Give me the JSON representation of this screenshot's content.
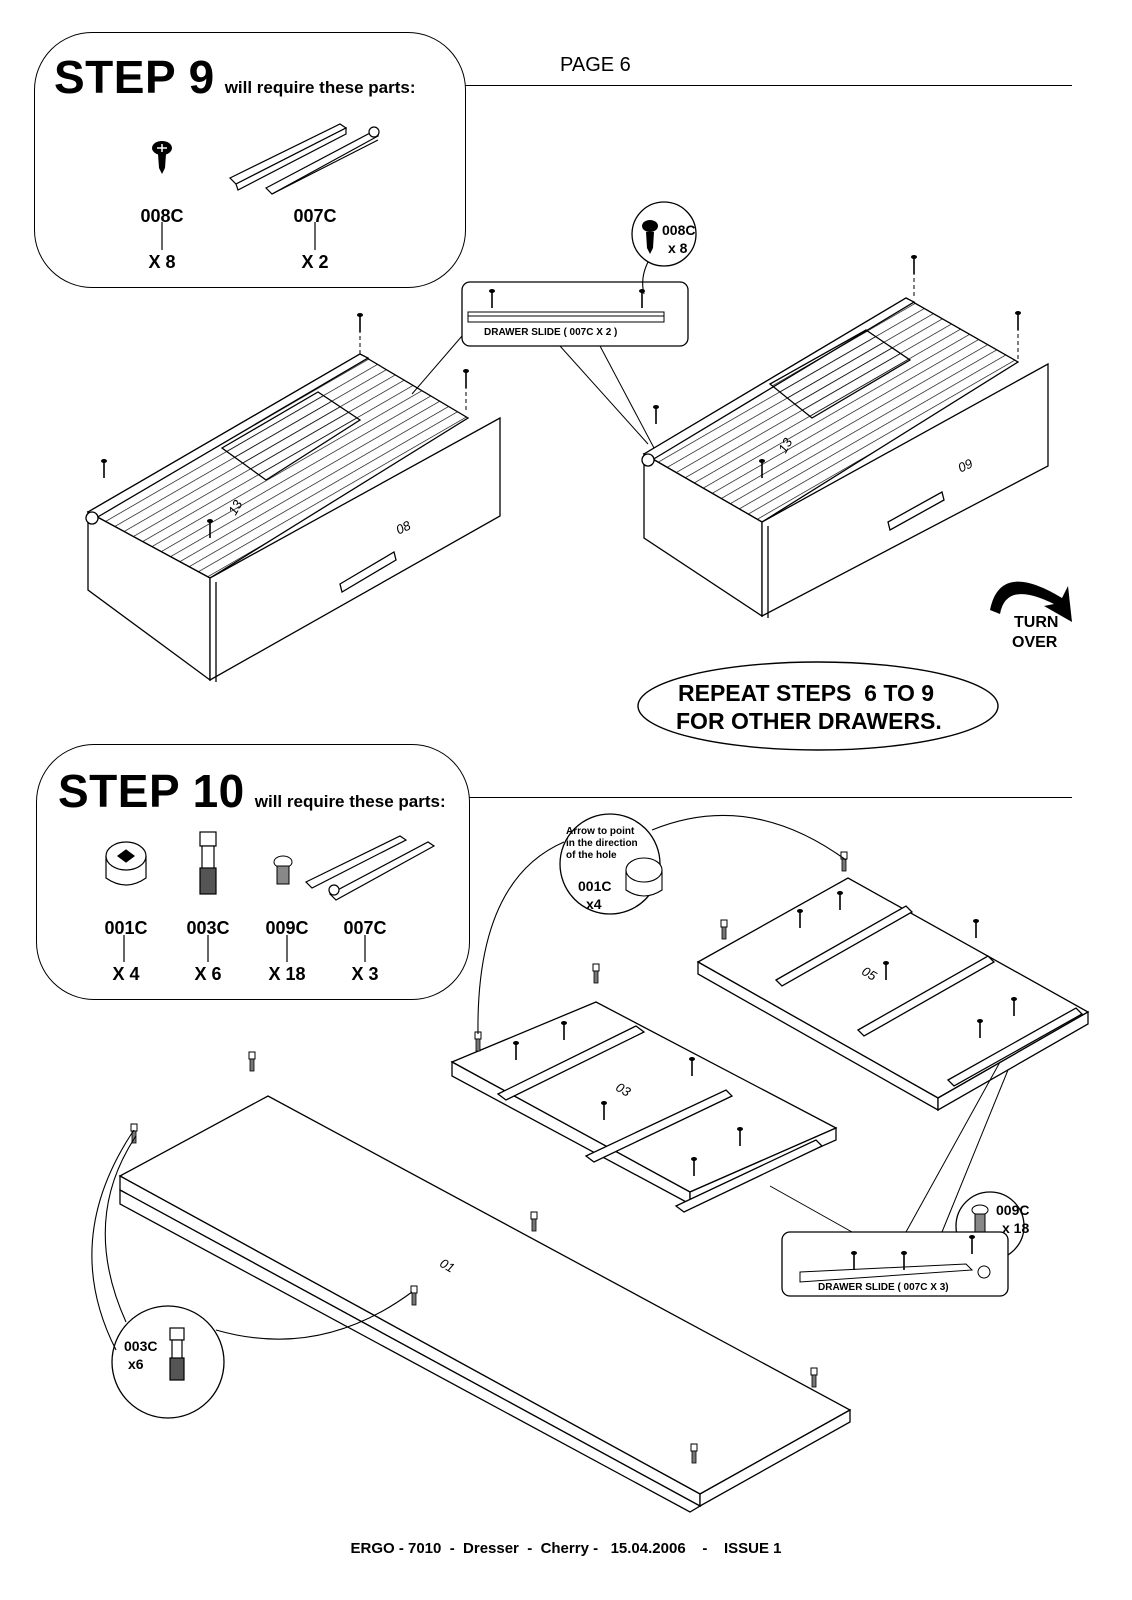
{
  "page": {
    "label": "PAGE 6"
  },
  "step9": {
    "title": "STEP 9",
    "subtitle": "will require these parts:",
    "parts": [
      {
        "code": "008C",
        "qty": "X 8",
        "icon": "screw-icon"
      },
      {
        "code": "007C",
        "qty": "X 2",
        "icon": "drawer-slide-icon"
      }
    ],
    "callout_screw": {
      "code": "008C",
      "qty": "x 8"
    },
    "slide_caption": "DRAWER SLIDE ( 007C X 2 )",
    "panel_labels": [
      "13",
      "08",
      "13",
      "09"
    ]
  },
  "turn_over": {
    "line1": "TURN",
    "line2": "OVER"
  },
  "repeat": {
    "line1": "REPEAT STEPS  6 TO 9",
    "line2": "FOR OTHER DRAWERS."
  },
  "step10": {
    "title": "STEP 10",
    "subtitle": "will require these parts:",
    "parts": [
      {
        "code": "001C",
        "qty": "X 4",
        "icon": "cam-lock-icon"
      },
      {
        "code": "003C",
        "qty": "X 6",
        "icon": "cam-bolt-icon"
      },
      {
        "code": "009C",
        "qty": "X 18",
        "icon": "short-screw-icon"
      },
      {
        "code": "007C",
        "qty": "X 3",
        "icon": "drawer-slide-icon"
      }
    ],
    "cam_callout": {
      "note1": "Arrow to point",
      "note2": "in the direction",
      "note3": "of the hole",
      "code": "001C",
      "qty": "x4"
    },
    "bolt_callout": {
      "code": "003C",
      "qty": "x6"
    },
    "screw_callout": {
      "code": "009C",
      "qty": "x 18"
    },
    "slide_caption": "DRAWER SLIDE ( 007C X 3)",
    "panel_labels": [
      "03",
      "05",
      "01"
    ]
  },
  "footer": {
    "text": "ERGO - 7010  -  Dresser  -  Cherry -   15.04.2006    -    ISSUE 1"
  }
}
